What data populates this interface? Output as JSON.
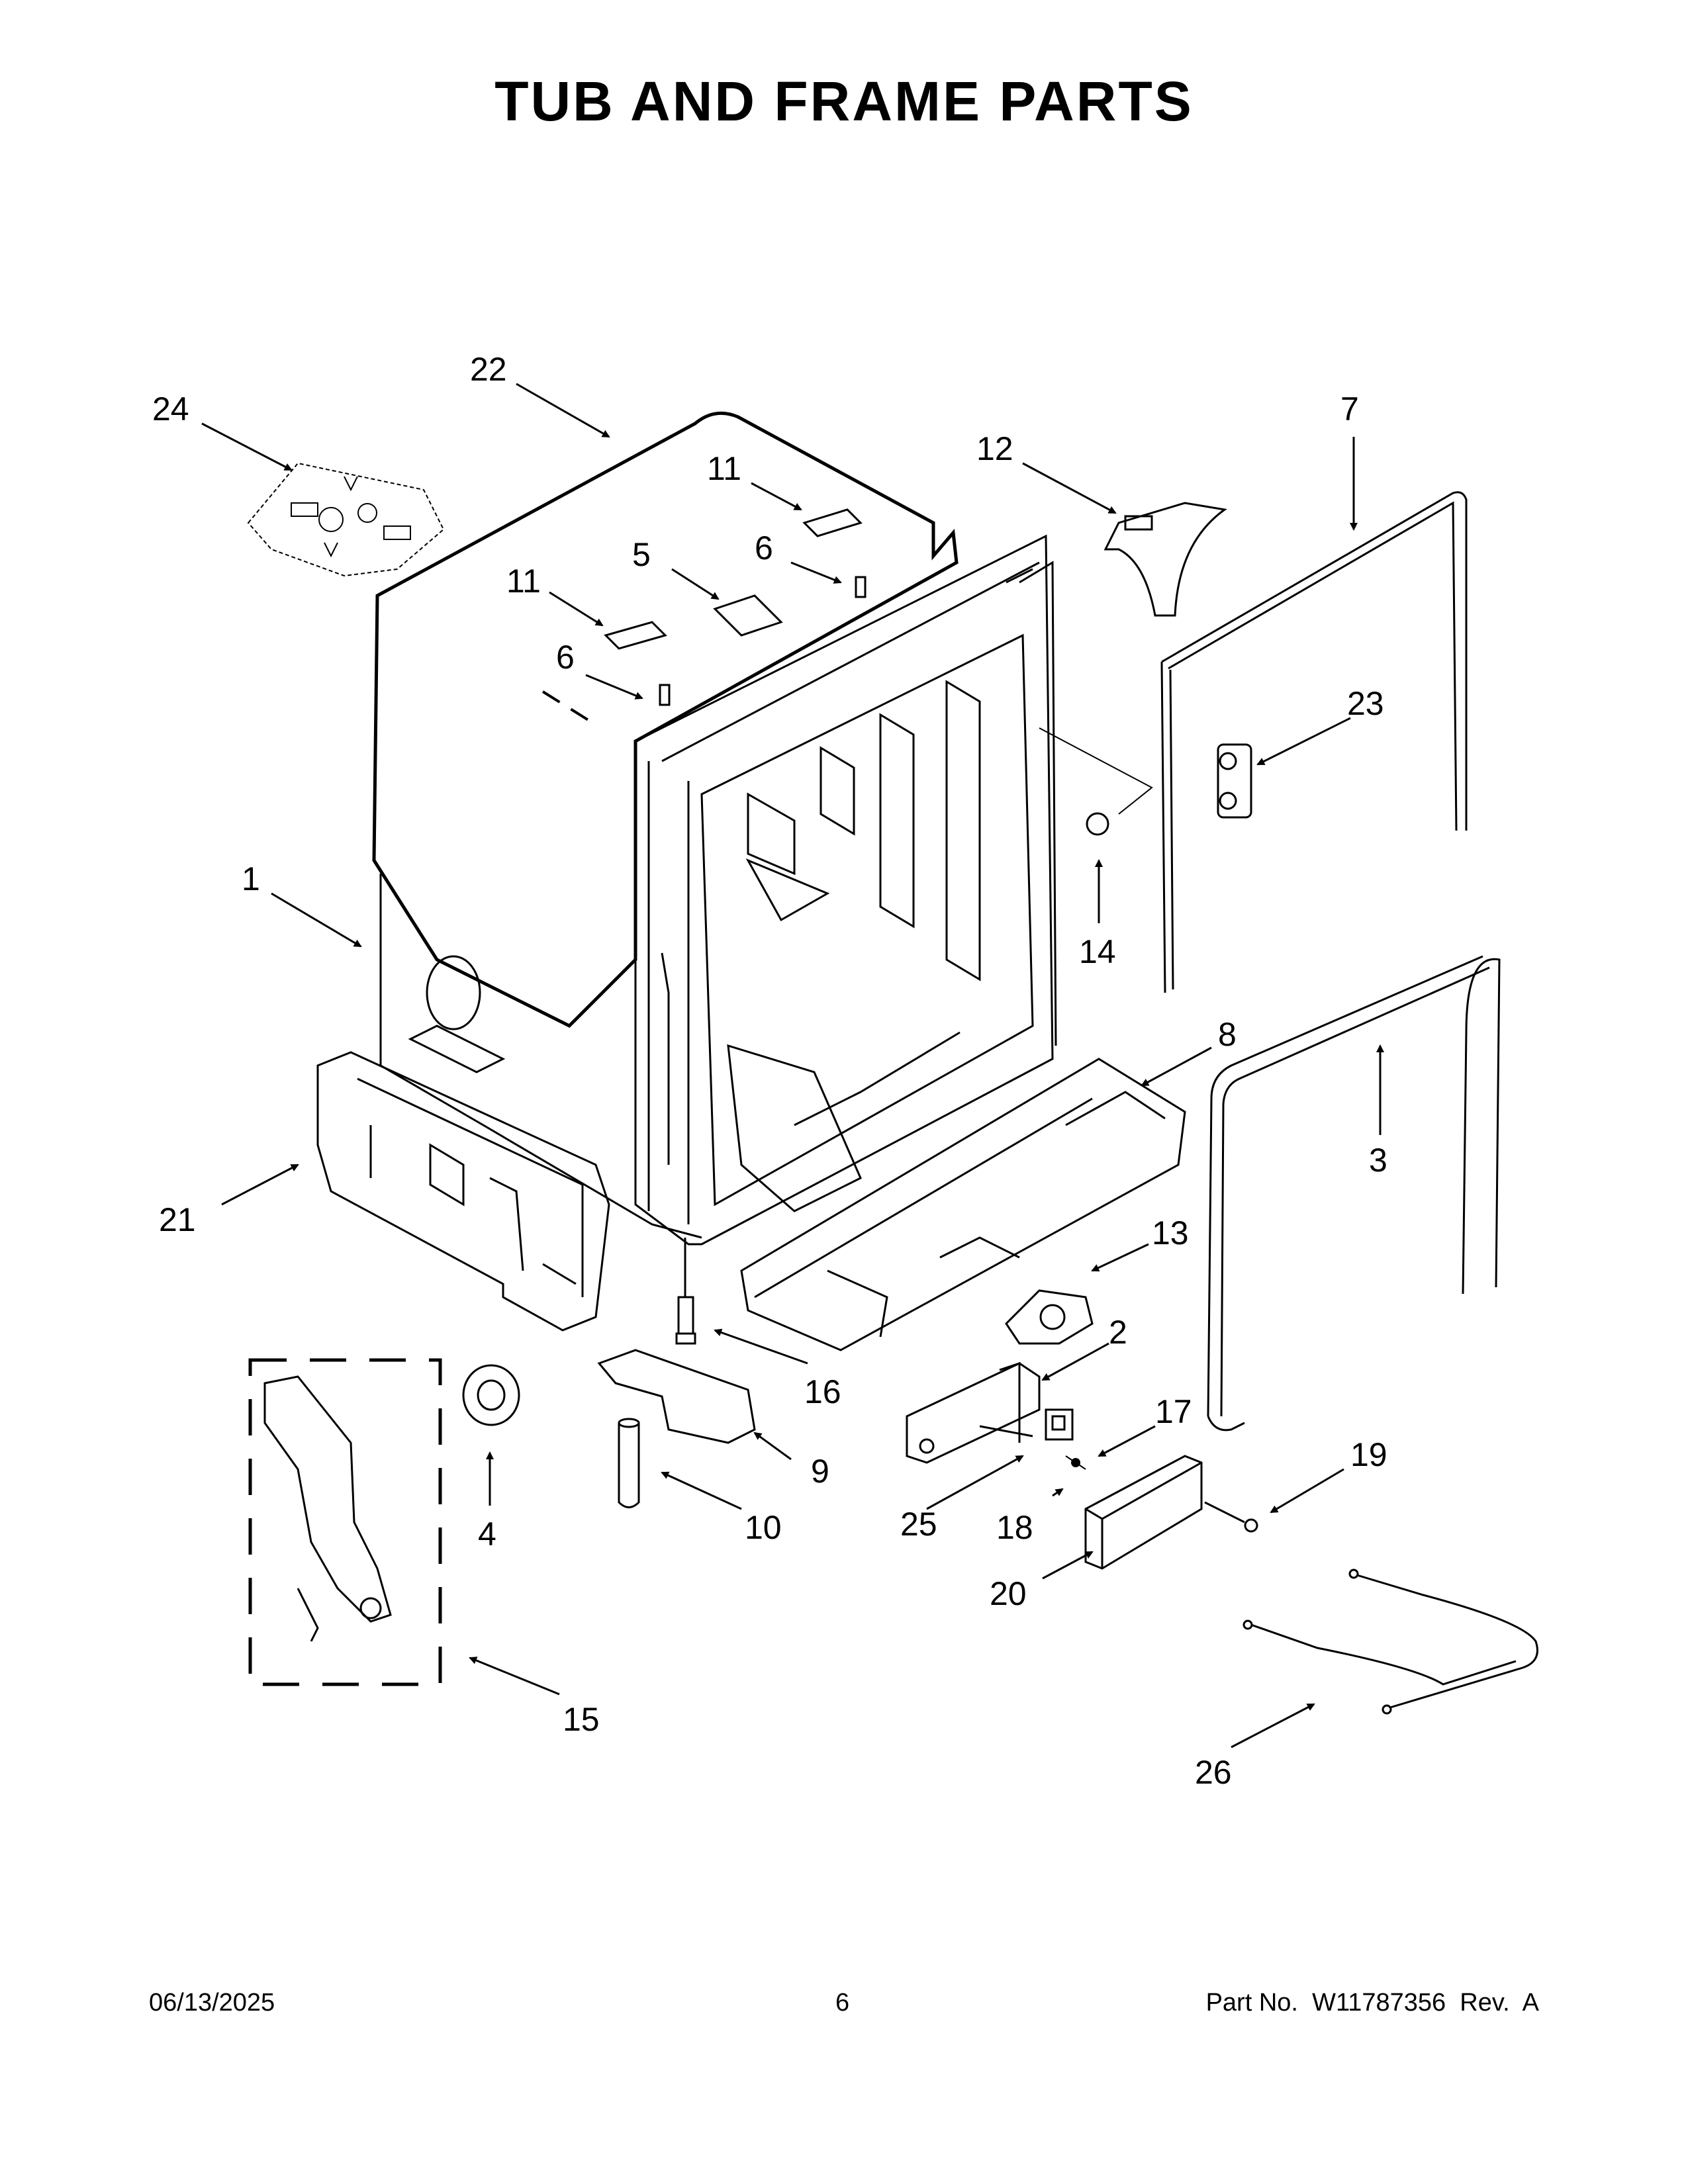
{
  "page": {
    "title": "TUB AND FRAME PARTS"
  },
  "footer": {
    "date": "06/13/2025",
    "page_number": "6",
    "part_number": "Part No.  W11787356  Rev.  A"
  },
  "callouts": {
    "c1": "1",
    "c2": "2",
    "c3": "3",
    "c4": "4",
    "c5": "5",
    "c6a": "6",
    "c6b": "6",
    "c7": "7",
    "c8": "8",
    "c9": "9",
    "c10": "10",
    "c11a": "11",
    "c11b": "11",
    "c12": "12",
    "c13": "13",
    "c14": "14",
    "c15": "15",
    "c16": "16",
    "c17": "17",
    "c18": "18",
    "c19": "19",
    "c20": "20",
    "c21": "21",
    "c22": "22",
    "c23": "23",
    "c24": "24",
    "c25": "25",
    "c26": "26"
  }
}
